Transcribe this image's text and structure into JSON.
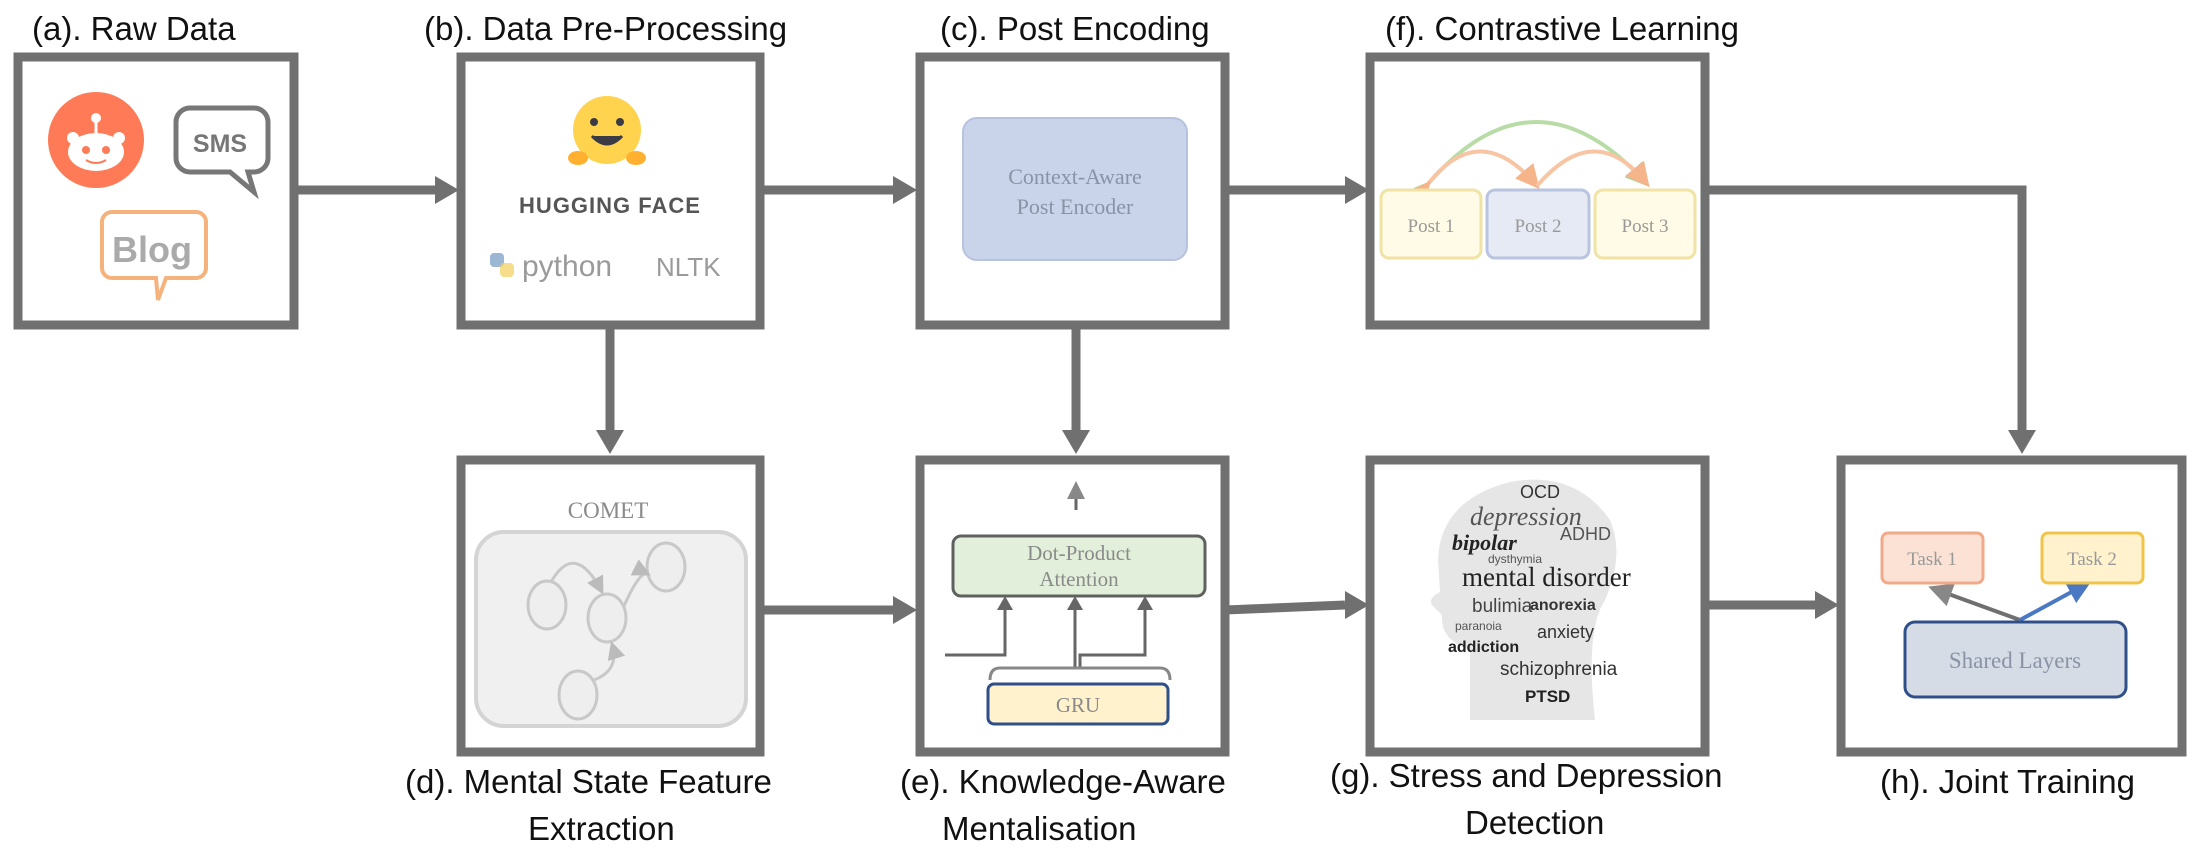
{
  "stages": {
    "raw_data": {
      "caption": "(a). Raw Data",
      "sms": "SMS",
      "blog": "Blog"
    },
    "pre_processing": {
      "caption": "(b). Data Pre-Processing",
      "hf": "HUGGING FACE",
      "python": "python",
      "nltk": "NLTK"
    },
    "post_encoding": {
      "caption": "(c). Post Encoding",
      "line1": "Context-Aware",
      "line2": "Post Encoder"
    },
    "contrastive": {
      "caption": "(f). Contrastive Learning",
      "posts": [
        "Post 1",
        "Post 2",
        "Post 3"
      ]
    },
    "mental_state": {
      "caption_1": "(d). Mental State Feature",
      "caption_2": "Extraction",
      "comet": "COMET"
    },
    "knowledge": {
      "caption_1": "(e). Knowledge-Aware",
      "caption_2": "Mentalisation",
      "attn_1": "Dot-Product",
      "attn_2": "Attention",
      "gru": "GRU"
    },
    "detection": {
      "caption_1": "(g). Stress and Depression",
      "caption_2": "Detection",
      "words": [
        "OCD",
        "depression",
        "bipolar",
        "ADHD",
        "mental disorder",
        "anorexia",
        "bulimia",
        "anxiety",
        "addiction",
        "schizophrenia",
        "PTSD",
        "paranoia",
        "dysthymia"
      ]
    },
    "joint": {
      "caption": "(h). Joint Training",
      "task1": "Task 1",
      "task2": "Task 2",
      "shared": "Shared Layers"
    }
  },
  "colors": {
    "frame": "#707070",
    "reddit": "#ff7a56",
    "blog": "#f5b27d",
    "encoder_fill": "#c9d3ea",
    "post_yellow": "#fffbe6",
    "post_blue": "#e6eaf5",
    "attention_fill": "#e2efda",
    "gru_fill": "#fff2cc",
    "task1_fill": "#fbe2d5",
    "task2_fill": "#fff2cc",
    "shared_fill": "#d6dce5",
    "arc_green": "#b8dca5",
    "arc_orange": "#f7c5a4"
  }
}
